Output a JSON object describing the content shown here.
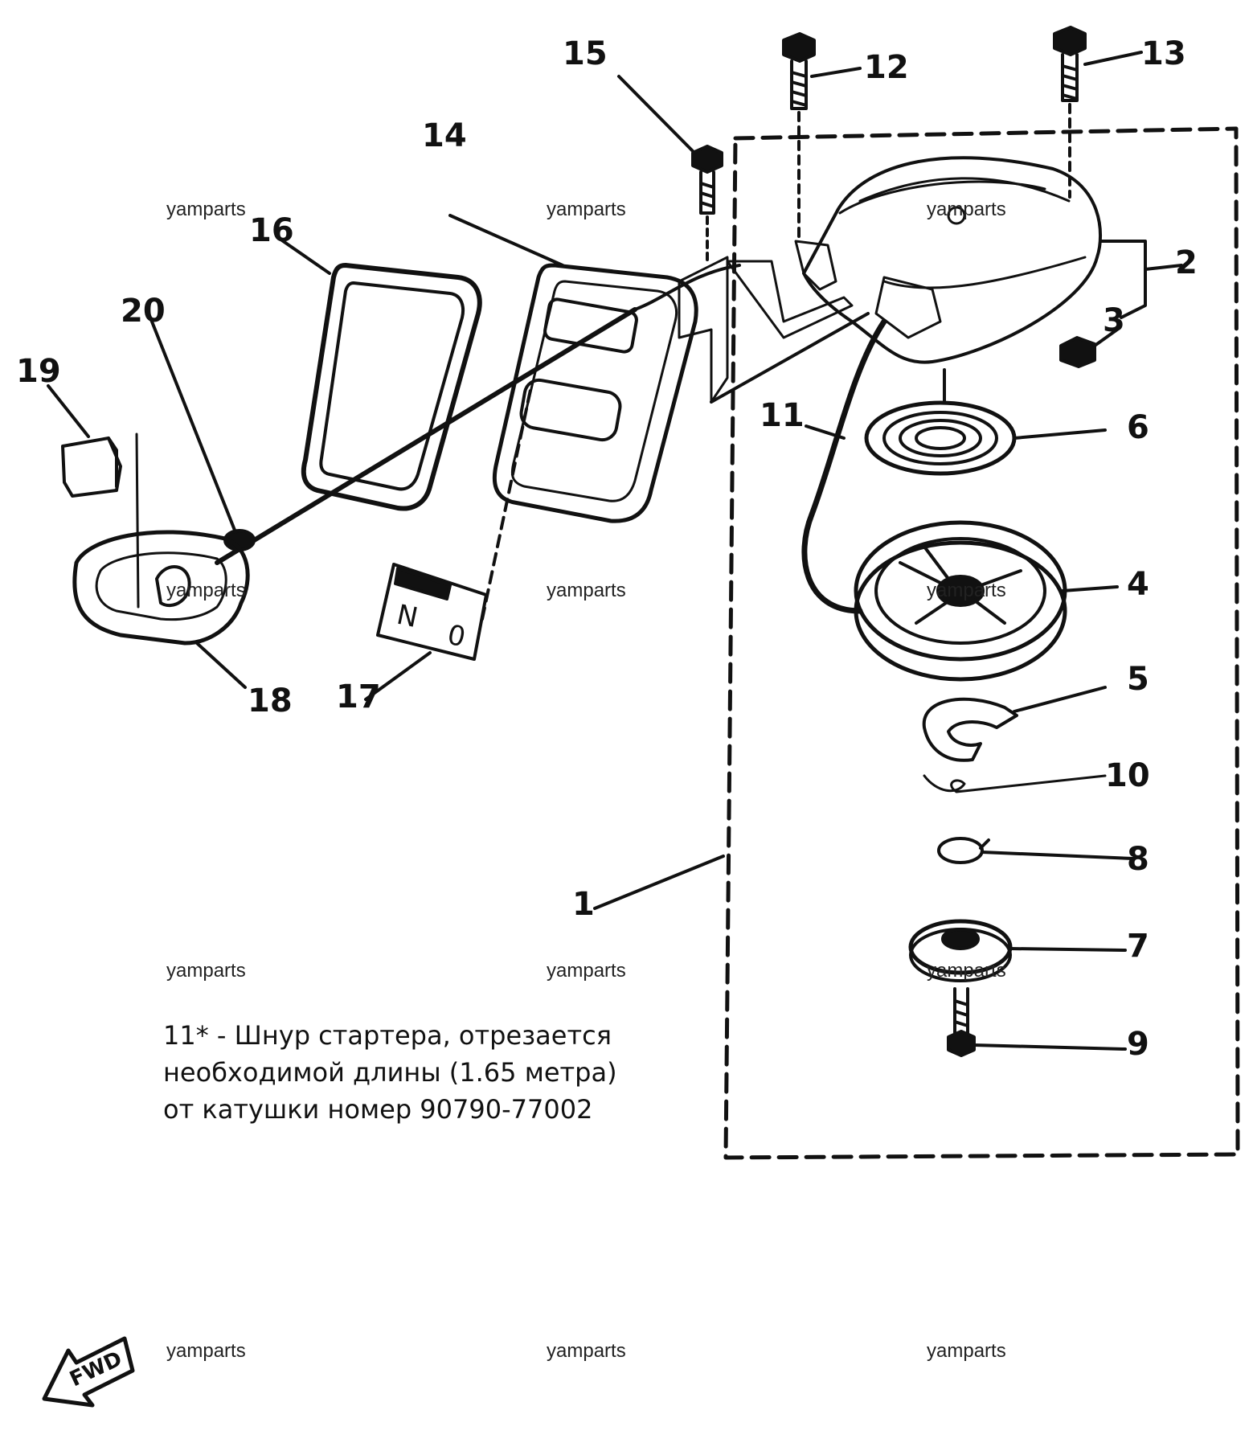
{
  "callouts": [
    "1",
    "2",
    "3",
    "4",
    "5",
    "6",
    "7",
    "8",
    "9",
    "10",
    "11",
    "12",
    "13",
    "14",
    "15",
    "16",
    "17",
    "18",
    "19",
    "20"
  ],
  "watermark": "yamparts",
  "label_part17": {
    "top": "N",
    "bottom": "0"
  },
  "fwd_label": "FWD",
  "note": {
    "line1": "11* - Шнур стартера, отрезается",
    "line2": "необходимой длины (1.65 метра)",
    "line3": "от катушки номер 90790-77002"
  }
}
